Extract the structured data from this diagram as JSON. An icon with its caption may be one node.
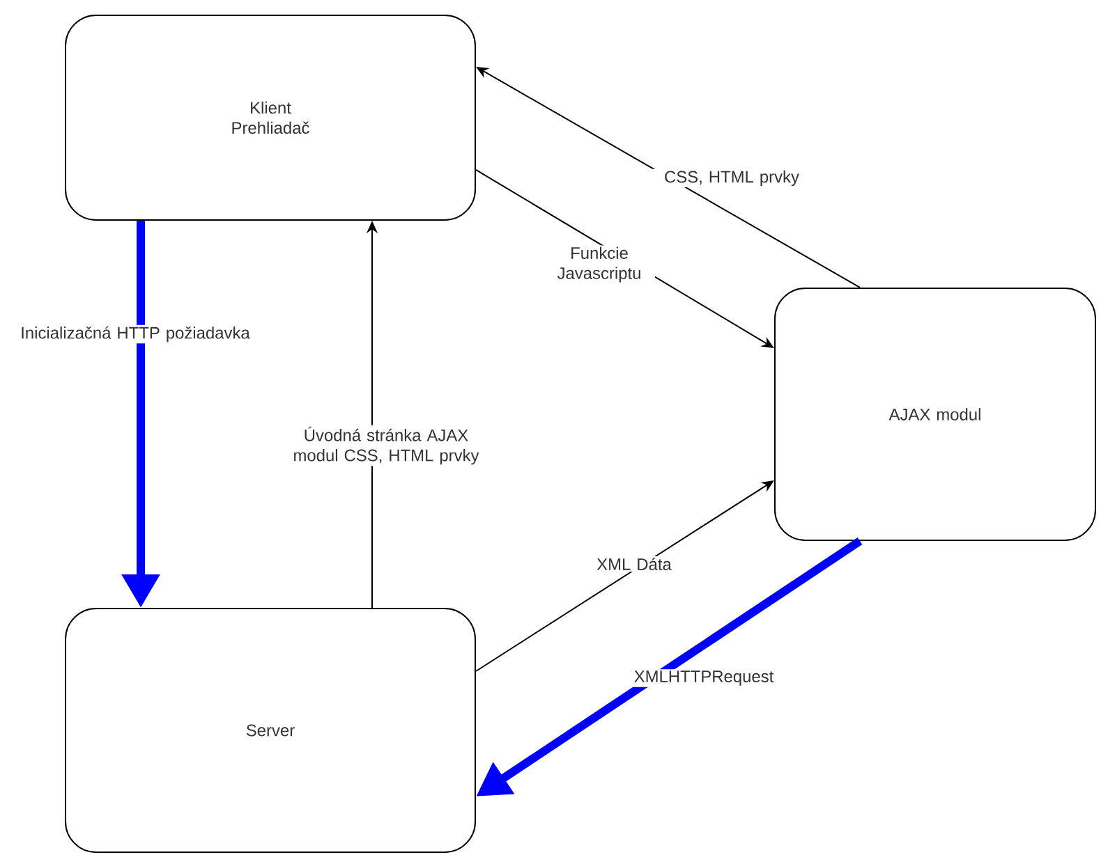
{
  "diagram": {
    "nodes": [
      {
        "text": [
          "Klient Prehliadač"
        ]
      },
      {
        "text": [
          "AJAX modul"
        ]
      },
      {
        "text": [
          "Server"
        ]
      }
    ],
    "edges": [
      {
        "from": 0,
        "to": 2,
        "arrow": "to",
        "label": "Inicializačná HTTP požiadavka",
        "style": "thick",
        "color": "#0000ff"
      },
      {
        "from": 2,
        "to": 0,
        "arrow": "to",
        "label": "Úvodná stránka AJAX modul CSS, HTML prvky"
      },
      {
        "from": 0,
        "to": 1,
        "arrow": "to",
        "label": "Funkcie Javascriptu"
      },
      {
        "from": 1,
        "to": 0,
        "arrow": "to",
        "label": "CSS, HTML prvky"
      },
      {
        "from": 2,
        "to": 1,
        "arrow": "to",
        "label": "XML Dáta"
      },
      {
        "from": 1,
        "to": 2,
        "arrow": "to",
        "label": "XMLHTTPRequest",
        "style": "thick",
        "color": "#0000ff"
      }
    ]
  }
}
